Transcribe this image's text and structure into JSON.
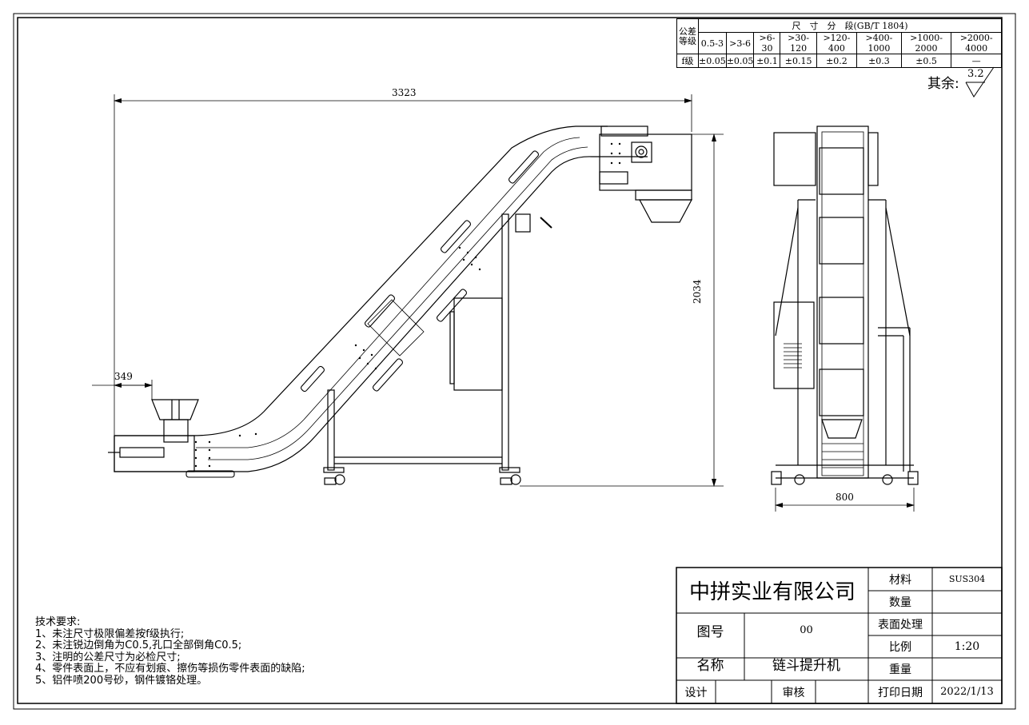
{
  "tolerance_table": {
    "header_label": "公差\n等级",
    "title": "尺　寸　分　段(GB/T 1804)",
    "ranges": [
      "0.5-3",
      ">3-6",
      ">6-30",
      ">30-120",
      ">120-400",
      ">400-1000",
      ">1000-2000",
      ">2000-4000"
    ],
    "grade_label": "f级",
    "values": [
      "±0.05",
      "±0.05",
      "±0.1",
      "±0.15",
      "±0.2",
      "±0.3",
      "±0.5",
      "—"
    ]
  },
  "roughness": {
    "label": "其余:",
    "value": "3.2"
  },
  "dimensions": {
    "overall_length": "3323",
    "inlet_length": "349",
    "height": "2034",
    "width": "800"
  },
  "tech_requirements": {
    "heading": "技术要求:",
    "items": [
      "1、未注尺寸极限偏差按f级执行;",
      "2、未注锐边倒角为C0.5,孔口全部倒角C0.5;",
      "3、注明的公差尺寸为必检尺寸;",
      "4、零件表面上，不应有划痕、擦伤等损伤零件表面的缺陷;",
      "5、铝件喷200号砂，钢件镀铬处理。"
    ]
  },
  "title_block": {
    "company": "中拼实业有限公司",
    "material_label": "材料",
    "material_value": "SUS304",
    "quantity_label": "数量",
    "quantity_value": "",
    "surface_label": "表面处理",
    "surface_value": "",
    "scale_label": "比例",
    "scale_value": "1:20",
    "weight_label": "重量",
    "weight_value": "",
    "drawing_no_label": "图号",
    "drawing_no_value": "00",
    "name_label": "名称",
    "name_value": "链斗提升机",
    "design_label": "设计",
    "design_value": "",
    "review_label": "审核",
    "review_value": "",
    "print_date_label": "打印日期",
    "print_date_value": "2022/1/13"
  }
}
